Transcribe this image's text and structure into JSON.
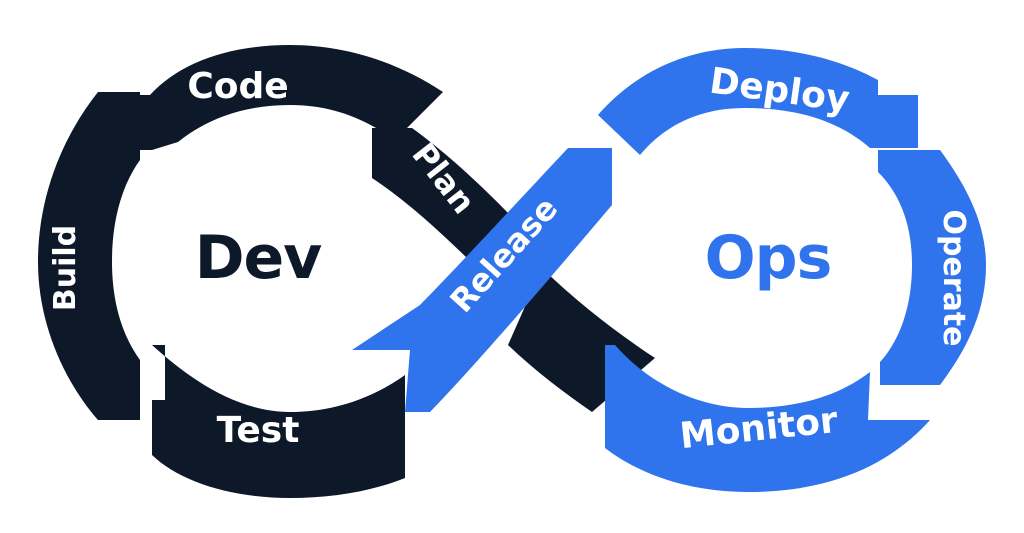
{
  "colors": {
    "dev": "#0d1829",
    "ops": "#2f74ec",
    "background": "#ffffff"
  },
  "dev": {
    "title": "Dev",
    "stages": {
      "plan": "Plan",
      "code": "Code",
      "build": "Build",
      "test": "Test"
    }
  },
  "ops": {
    "title": "Ops",
    "stages": {
      "release": "Release",
      "deploy": "Deploy",
      "operate": "Operate",
      "monitor": "Monitor"
    }
  }
}
